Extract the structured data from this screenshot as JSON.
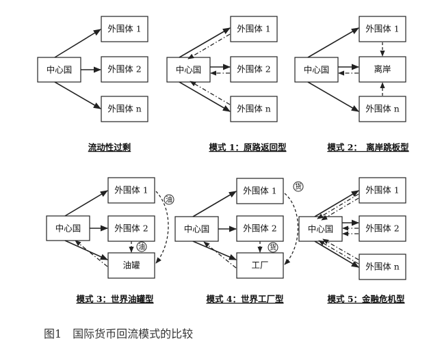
{
  "nodes": {
    "center": "中心国",
    "periphery_1": "外围体 1",
    "periphery_2": "外围体 2",
    "periphery_n": "外围体 n",
    "offshore": "离岸",
    "oil_tank": "油罐",
    "factory": "工厂"
  },
  "badges": {
    "oil": "油",
    "goods": "货"
  },
  "captions": {
    "liquidity_outflow": "流动性过剩",
    "mode_1": "模式 1：原路返回型",
    "mode_2": "模式 2：　离岸跳板型",
    "mode_3": "模式 3：世界油罐型",
    "mode_4": "模式 4：世界工厂型",
    "mode_5": "模式 5：金融危机型"
  },
  "figure_caption": "图1　国际货币回流模式的比较"
}
